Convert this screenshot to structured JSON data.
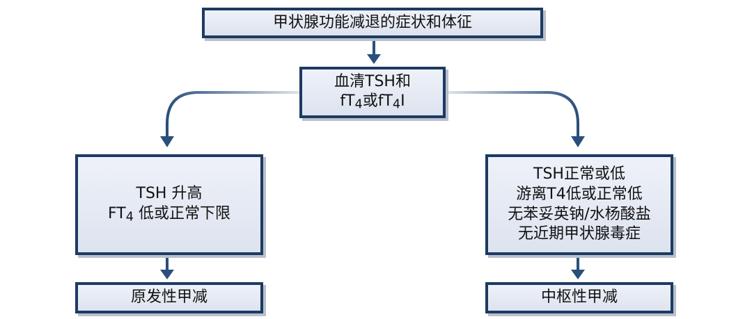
{
  "nodes": {
    "top": {
      "text": "甲状腺功能减退的症状和体征"
    },
    "test": {
      "line1": "血清TSH和",
      "line2_a": "fT",
      "line2_sub1": "4",
      "line2_b": "或fT",
      "line2_sub2": "4",
      "line2_c": "I"
    },
    "left": {
      "line1": "TSH 升高",
      "line2_a": "FT",
      "line2_sub": "4",
      "line2_b": " 低或正常下限"
    },
    "right": {
      "line1": "TSH正常或低",
      "line2": "游离T4低或正常低",
      "line3": "无苯妥英钠/水杨酸盐",
      "line4": "无近期甲状腺毒症"
    },
    "left_result": {
      "text": "原发性甲减"
    },
    "right_result": {
      "text": "中枢性甲减"
    }
  },
  "colors": {
    "border": "#1c3a63",
    "arrow": "#2a4f7c",
    "fill": "#e4e8f2",
    "shadow": "#b9c0cc"
  }
}
